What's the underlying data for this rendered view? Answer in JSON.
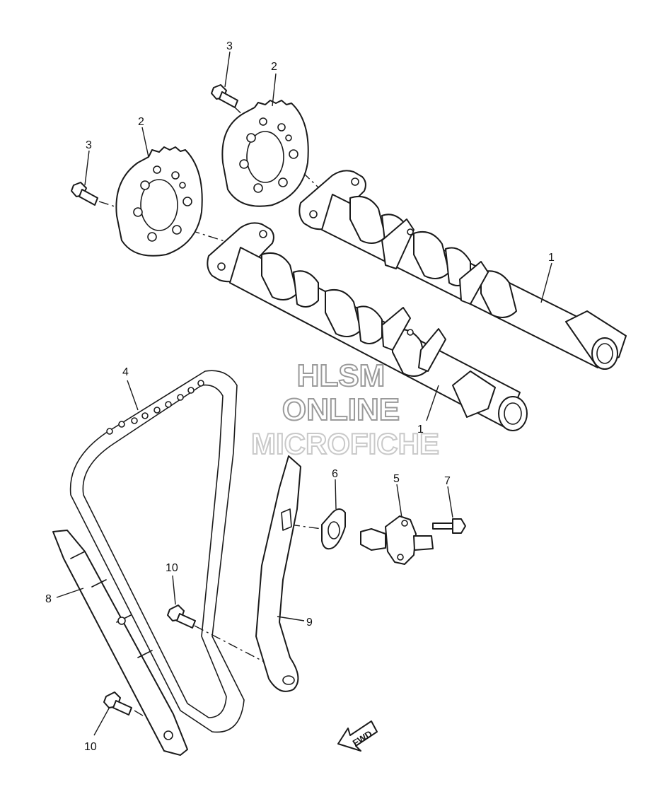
{
  "callouts": {
    "c1a": "1",
    "c1b": "1",
    "c2a": "2",
    "c2b": "2",
    "c3a": "3",
    "c3b": "3",
    "c4": "4",
    "c5": "5",
    "c6": "6",
    "c7": "7",
    "c8": "8",
    "c9": "9",
    "c10a": "10",
    "c10b": "10"
  },
  "watermark": {
    "line1": "HLSM",
    "line2": "ONLINE",
    "line3": "MICROFICHE"
  },
  "fwd_label": "FWD"
}
